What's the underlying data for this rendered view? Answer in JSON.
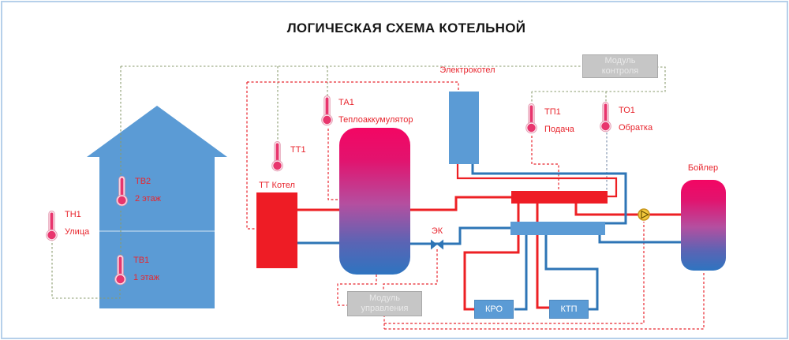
{
  "title": "ЛОГИЧЕСКАЯ СХЕМА КОТЕЛЬНОЙ",
  "sensors": {
    "tn1": {
      "code": "ТН1",
      "desc": "Улица"
    },
    "tb2": {
      "code": "ТВ2",
      "desc": "2 этаж"
    },
    "tb1": {
      "code": "ТВ1",
      "desc": "1 этаж"
    },
    "tt1": {
      "code": "ТТ1",
      "desc": ""
    },
    "ta1": {
      "code": "ТА1",
      "desc": "Теплоаккумулятор"
    },
    "tp1": {
      "code": "ТП1",
      "desc": "Подача"
    },
    "to1": {
      "code": "ТО1",
      "desc": "Обратка"
    }
  },
  "equipment": {
    "tt_boiler": "ТТ Котел",
    "electric_boiler": "Электрокотел",
    "boiler": "Бойлер",
    "valve": "ЭК",
    "kro": "КРО",
    "ktp": "КТП",
    "control_module": "Модуль контроля",
    "management_module": "Модуль управления"
  },
  "colors": {
    "hot_pipe": "#ed2024",
    "cold_pipe": "#2e75b6",
    "equipment_blue": "#5b9bd5",
    "tank_gradient_top": "#f30663",
    "tank_gradient_bottom": "#2e74c0",
    "module_gray": "#c6c6c6",
    "sensor_bus_olive": "#8a9b6e",
    "sensor_line_gray": "#8497b0",
    "label_red": "#e8262e",
    "pump_gold": "#f2c83d",
    "frame_blue": "#b6d0ea"
  }
}
